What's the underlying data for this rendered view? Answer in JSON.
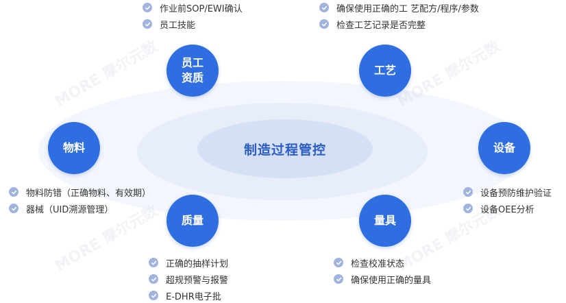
{
  "center": {
    "title": "制造过程管控"
  },
  "nodes": {
    "personnel": {
      "label": "员工\n资质"
    },
    "process": {
      "label": "工艺"
    },
    "material": {
      "label": "物料"
    },
    "equipment": {
      "label": "设备"
    },
    "quality": {
      "label": "质量"
    },
    "measurement": {
      "label": "量具"
    }
  },
  "lists": {
    "personnel": [
      "作业前SOP/EWI确认",
      "员工技能"
    ],
    "process": [
      "确保使用正确的工 艺配方/程序/参数",
      "检查工艺记录是否完整"
    ],
    "material": [
      "物料防错（正确物料、有效期）",
      "器械（UID溯源管理）"
    ],
    "equipment": [
      "设备预防维护验证",
      "设备OEE分析"
    ],
    "quality": [
      "正确的抽样计划",
      "超规预警与报警",
      "E-DHR电子批"
    ],
    "measurement": [
      "检查校准状态",
      "确保使用正确的量具"
    ]
  },
  "watermark": {
    "text": "MORE 摩尔元数"
  },
  "colors": {
    "node": "#2f6ee0",
    "center_text": "#2a5cc4",
    "check": "#9fb3dd"
  }
}
